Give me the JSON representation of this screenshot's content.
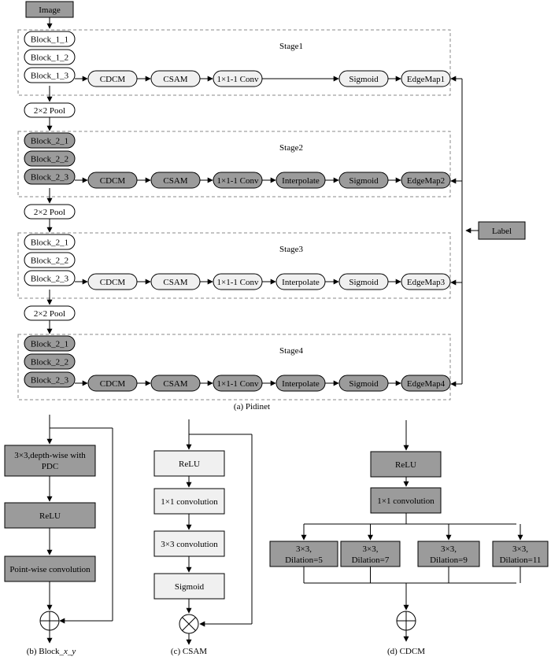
{
  "colors": {
    "dark": "#9b9b9b",
    "light": "#f0f0f0",
    "stroke": "#000000",
    "frame": "#888888"
  },
  "top": {
    "image": "Image",
    "label": "Label",
    "caption": "(a) Pidinet",
    "pool": "2×2 Pool",
    "stages": [
      {
        "title": "Stage1",
        "blocks": [
          "Block_1_1",
          "Block_1_2",
          "Block_1_3"
        ],
        "shaded": false,
        "pipeline": [
          "CDCM",
          "CSAM",
          "1×1-1 Conv",
          "Sigmoid",
          "EdgeMap1"
        ]
      },
      {
        "title": "Stage2",
        "blocks": [
          "Block_2_1",
          "Block_2_2",
          "Block_2_3"
        ],
        "shaded": true,
        "pipeline": [
          "CDCM",
          "CSAM",
          "1×1-1 Conv",
          "Interpolate",
          "Sigmoid",
          "EdgeMap2"
        ]
      },
      {
        "title": "Stage3",
        "blocks": [
          "Block_2_1",
          "Block_2_2",
          "Block_2_3"
        ],
        "shaded": false,
        "pipeline": [
          "CDCM",
          "CSAM",
          "1×1-1 Conv",
          "Interpolate",
          "Sigmoid",
          "EdgeMap3"
        ]
      },
      {
        "title": "Stage4",
        "blocks": [
          "Block_2_1",
          "Block_2_2",
          "Block_2_3"
        ],
        "shaded": true,
        "pipeline": [
          "CDCM",
          "CSAM",
          "1×1-1 Conv",
          "Interpolate",
          "Sigmoid",
          "EdgeMap4"
        ]
      }
    ]
  },
  "block": {
    "caption_prefix": "(b) Block_",
    "caption_var": "x_y",
    "dw_line1": "3×3,depth-wise with",
    "dw_line2": "PDC",
    "relu": "ReLU",
    "pw": "Point-wise convolution"
  },
  "csam": {
    "caption": "(c) CSAM",
    "relu": "ReLU",
    "conv1": "1×1 convolution",
    "conv3": "3×3 convolution",
    "sigmoid": "Sigmoid"
  },
  "cdcm": {
    "caption": "(d) CDCM",
    "relu": "ReLU",
    "conv1": "1×1 convolution",
    "branches": [
      {
        "line1": "3×3,",
        "line2": "Dilation=5"
      },
      {
        "line1": "3×3,",
        "line2": "Dilation=7"
      },
      {
        "line1": "3×3,",
        "line2": "Dilation=9"
      },
      {
        "line1": "3×3,",
        "line2": "Dilation=11"
      }
    ]
  }
}
